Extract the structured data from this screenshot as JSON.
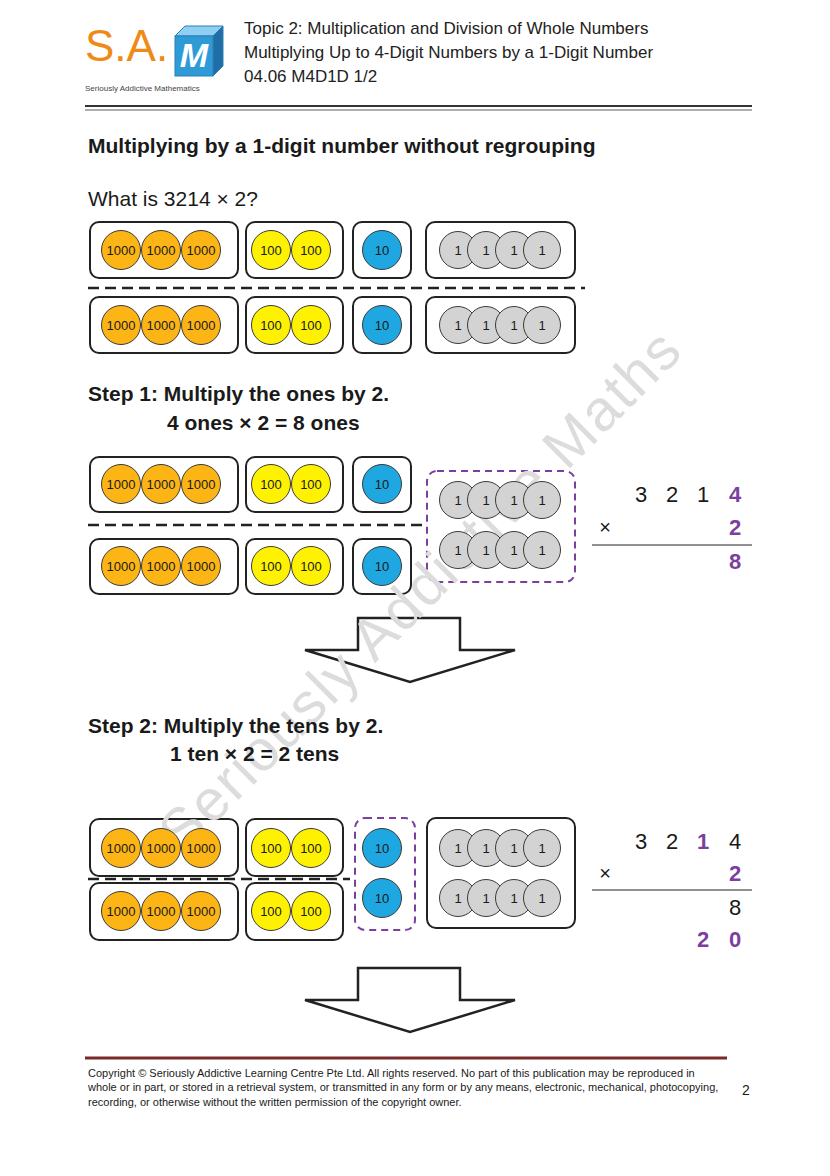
{
  "diagram": {
    "title": "Multiplying by a 1-digit number without regrouping",
    "nodes": [
      {
        "text": [
          "1000"
        ]
      },
      {
        "text": [
          "1000"
        ]
      },
      {
        "text": [
          "1000"
        ]
      },
      {
        "text": [
          "100"
        ]
      },
      {
        "text": [
          "100"
        ]
      },
      {
        "text": [
          "10"
        ]
      },
      {
        "text": [
          "1"
        ]
      },
      {
        "text": [
          "1"
        ]
      },
      {
        "text": [
          "1"
        ]
      },
      {
        "text": [
          "1"
        ]
      },
      {
        "text": [
          "1000"
        ]
      },
      {
        "text": [
          "1000"
        ]
      },
      {
        "text": [
          "1000"
        ]
      },
      {
        "text": [
          "100"
        ]
      },
      {
        "text": [
          "100"
        ]
      },
      {
        "text": [
          "10"
        ]
      },
      {
        "text": [
          "1"
        ]
      },
      {
        "text": [
          "1"
        ]
      },
      {
        "text": [
          "1"
        ]
      },
      {
        "text": [
          "1"
        ]
      },
      {
        "text": [
          "1000"
        ]
      },
      {
        "text": [
          "1000"
        ]
      },
      {
        "text": [
          "1000"
        ]
      },
      {
        "text": [
          "100"
        ]
      },
      {
        "text": [
          "100"
        ]
      },
      {
        "text": [
          "10"
        ]
      },
      {
        "text": [
          "1"
        ]
      },
      {
        "text": [
          "1"
        ]
      },
      {
        "text": [
          "1"
        ]
      },
      {
        "text": [
          "1"
        ]
      },
      {
        "text": [
          "1000"
        ]
      },
      {
        "text": [
          "1000"
        ]
      },
      {
        "text": [
          "1000"
        ]
      },
      {
        "text": [
          "100"
        ]
      },
      {
        "text": [
          "100"
        ]
      },
      {
        "text": [
          "10"
        ]
      },
      {
        "text": [
          "1"
        ]
      },
      {
        "text": [
          "1"
        ]
      },
      {
        "text": [
          "1"
        ]
      },
      {
        "text": [
          "1"
        ]
      },
      {
        "text": [
          "1000"
        ]
      },
      {
        "text": [
          "1000"
        ]
      },
      {
        "text": [
          "1000"
        ]
      },
      {
        "text": [
          "100"
        ]
      },
      {
        "text": [
          "100"
        ]
      },
      {
        "text": [
          "10"
        ]
      },
      {
        "text": [
          "1"
        ]
      },
      {
        "text": [
          "1"
        ]
      },
      {
        "text": [
          "1"
        ]
      },
      {
        "text": [
          "1"
        ]
      },
      {
        "text": [
          "1000"
        ]
      },
      {
        "text": [
          "1000"
        ]
      },
      {
        "text": [
          "1000"
        ]
      },
      {
        "text": [
          "100"
        ]
      },
      {
        "text": [
          "100"
        ]
      },
      {
        "text": [
          "10"
        ]
      },
      {
        "text": [
          "1"
        ]
      },
      {
        "text": [
          "1"
        ]
      },
      {
        "text": [
          "1"
        ]
      },
      {
        "text": [
          "1"
        ]
      }
    ],
    "labels": [
      "S.A.",
      "M",
      "Seriously Addictive Mathematics",
      "Topic 2: Multiplication and Division of Whole Numbers",
      "Multiplying Up to 4-Digit Numbers by a 1-Digit Number",
      "04.06 M4D1D 1/2",
      "What is 3214 × 2?",
      "Step 1: Multiply the ones by 2.",
      "4 ones × 2 = 8 ones",
      "3",
      "2",
      "1",
      "4",
      "×",
      "2",
      "8",
      "Step 2: Multiply the tens by 2.",
      "1 ten × 2 = 2 tens",
      "3",
      "2",
      "1",
      "4",
      "×",
      "2",
      "8",
      "2",
      "0",
      "Seriously Addictive Maths",
      "Copyright © Seriously Addictive Learning Centre Pte Ltd. All rights reserved. No part of this publication may be reproduced in whole or in part, or stored in a retrieval system, or transmitted in any form or by any means, electronic, mechanical, photocopying, recording, or otherwise without the written permission of the copyright owner.",
      "2"
    ]
  }
}
